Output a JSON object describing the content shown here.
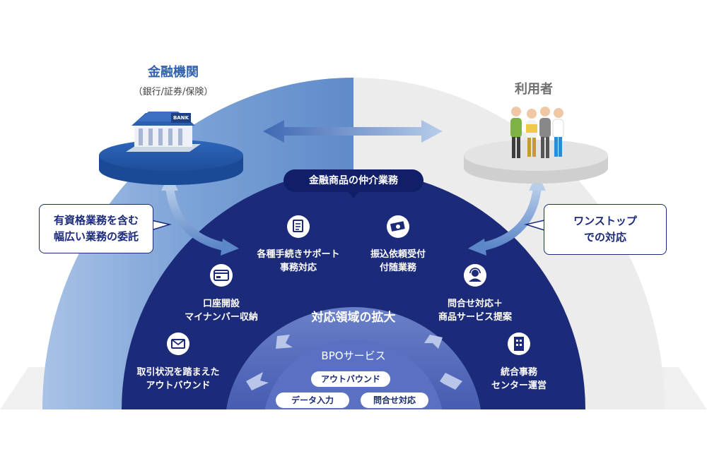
{
  "financial_institution": {
    "title": "金融機関",
    "subtitle": "（銀行/証券/保険）",
    "bank_sign": "BANK"
  },
  "users": {
    "title": "利用者"
  },
  "callouts": {
    "left_line1": "有資格業務を含む",
    "left_line2": "幅広い業務の委託",
    "right_line1": "ワンストップ",
    "right_line2": "での対応"
  },
  "center_tag": "金融商品の仲介業務",
  "services": {
    "procedures_line1": "各種手続きサポート",
    "procedures_line2": "事務対応",
    "transfer_line1": "振込依頼受付",
    "transfer_line2": "付随業務",
    "account_line1": "口座開設",
    "account_line2": "マイナンバー収納",
    "inquiry_line1": "問合せ対応＋",
    "inquiry_line2": "商品サービス提案",
    "outbound_line1": "取引状況を踏まえた",
    "outbound_line2": "アウトバウンド",
    "center_line1": "統合事務",
    "center_line2": "センター運営"
  },
  "expansion_label": "対応領域の拡大",
  "bpo": {
    "title": "BPOサービス",
    "items": [
      "アウトバウンド",
      "データ入力",
      "問合せ対応"
    ]
  },
  "colors": {
    "left_dome": "#6f98d0",
    "right_dome": "#efefef",
    "navy": "#1c2a7a",
    "inner": "#4e65b8"
  }
}
